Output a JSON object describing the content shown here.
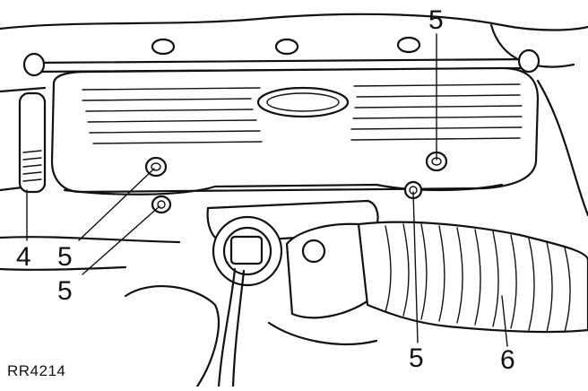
{
  "figure_ref": "RR4214",
  "callouts": {
    "bolt_top_right": "5",
    "bolt_left_upper": "5",
    "bolt_left_lower": "5",
    "bolt_bottom_center": "5",
    "left_pipe": "4",
    "right_hose": "6"
  }
}
